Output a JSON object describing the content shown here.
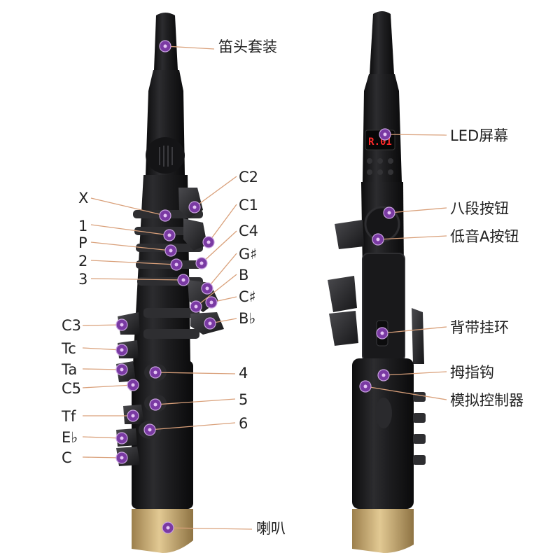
{
  "colors": {
    "background": "#ffffff",
    "body": "#1d1d1f",
    "body_dark": "#0c0c0d",
    "key": "#2e2e31",
    "key_light": "#4a4a4e",
    "bell": "#c8a870",
    "bell_dark": "#9c7f4c",
    "marker": "#7a3aa3",
    "leader": "#d9a07a",
    "led": "#ff2a2a",
    "text": "#222222"
  },
  "left_view": {
    "labels": {
      "mouthpiece": "笛头套装",
      "c2": "C2",
      "c1": "C1",
      "c4": "C4",
      "g_sharp": "G♯",
      "b": "B",
      "c_sharp": "C♯",
      "b_flat": "B♭",
      "x": "X",
      "k1": "1",
      "p": "P",
      "k2": "2",
      "k3": "3",
      "c3": "C3",
      "tc": "Tc",
      "ta": "Ta",
      "c5": "C5",
      "tf": "Tf",
      "e_flat": "E♭",
      "c": "C",
      "k4": "4",
      "k5": "5",
      "k6": "6",
      "bell": "喇叭"
    }
  },
  "right_view": {
    "led_readout": "R.01",
    "labels": {
      "led_screen": "LED屏幕",
      "octave_button": "八段按钮",
      "low_a_button": "低音A按钮",
      "strap_hook": "背带挂环",
      "thumb_hook": "拇指钩",
      "analog_controller": "模拟控制器"
    }
  }
}
